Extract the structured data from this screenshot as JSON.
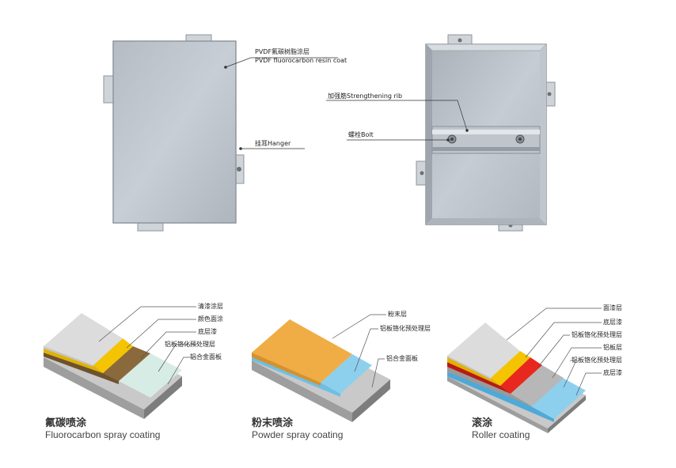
{
  "front_panel": {
    "coat_label_zh": "PVDF氟碳树脂涂层",
    "coat_label_en": "PVDF fluorocarbon resin coat",
    "hanger_label": "挂耳Hanger"
  },
  "back_panel": {
    "rib_label": "加强筋Strengthening rib",
    "bolt_label": "螺栓Bolt"
  },
  "coatings": [
    {
      "title_zh": "氟碳喷涂",
      "title_en": "Fluorocarbon spray coating",
      "layers": [
        "清漆涂层",
        "颜色面涂",
        "底层漆",
        "铝板铬化预处理层",
        "铝合金面板"
      ]
    },
    {
      "title_zh": "粉末喷涂",
      "title_en": "Powder spray coating",
      "layers": [
        "粉末层",
        "铝板铬化预处理层",
        "铝合金面板"
      ]
    },
    {
      "title_zh": "滚涂",
      "title_en": "Roller coating",
      "layers": [
        "面漆层",
        "底层漆",
        "铝板铬化预处理层",
        "铝板层",
        "铝板铬化预处理层",
        "底层漆"
      ]
    }
  ],
  "colors": {
    "panel": "#c3cad1",
    "clear": "#dcdcdc",
    "yellow": "#f5c400",
    "brown": "#8a6a3c",
    "pretreat": "#d8ece6",
    "blue": "#8dd0ee",
    "orange": "#f0ad45",
    "red": "#e8281e",
    "base": "#b7b7b7"
  }
}
